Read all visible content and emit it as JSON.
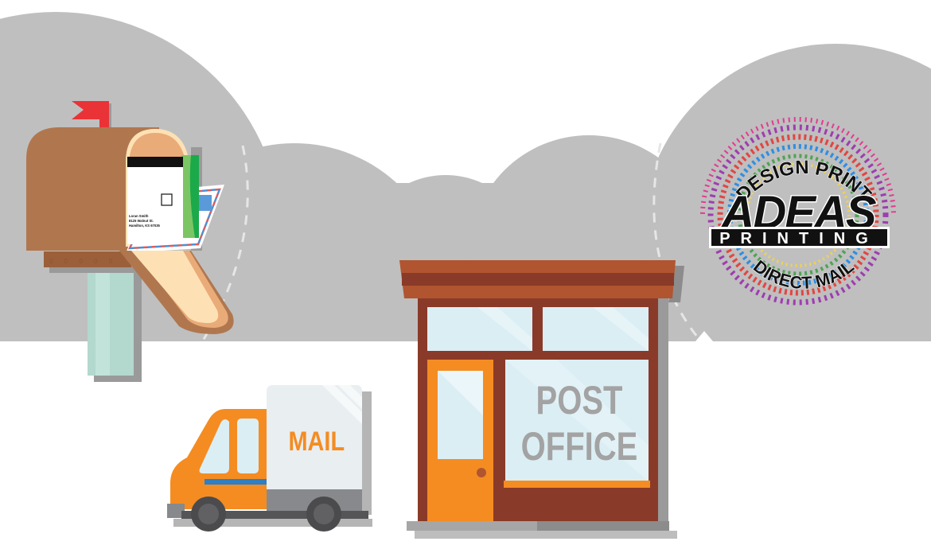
{
  "scene": {
    "description": "Flat illustration: mailbox with mail, mail truck, post office, Adeas Printing logo",
    "colors": {
      "background": "#ffffff",
      "hills": "#bfbfbf",
      "dash": "#e6e6e6",
      "mailbox_body": "#b0774f",
      "mailbox_inner": "#e9ab78",
      "mailbox_lid": "#fde1b5",
      "flag": "#ea3337",
      "post": "#b3d8cd",
      "truck_cab": "#f48c22",
      "truck_box": "#e9eef1",
      "truck_stripe": "#2e7fc4",
      "wheel": "#4b4b4d",
      "post_office_wall": "#8a3a28",
      "roof_light": "#b05530",
      "glass": "#dbeef4",
      "door": "#f48c22",
      "sign_text": "#a3a3a3"
    }
  },
  "mailbox": {
    "envelope": {
      "recipient_name": "Loran Smith",
      "street": "8125 Walnut St.",
      "city": "Hamilton, KS 67035"
    },
    "bolts": "0 0 0 0 0"
  },
  "truck": {
    "label": "MAIL"
  },
  "post_office": {
    "sign_line1": "POST",
    "sign_line2": "OFFICE"
  },
  "logo": {
    "top_arc": "DESIGN PRINT",
    "brand": "ADEAS",
    "sub_brand": "PRINTING",
    "bottom_arc": "DIRECT MAIL"
  }
}
